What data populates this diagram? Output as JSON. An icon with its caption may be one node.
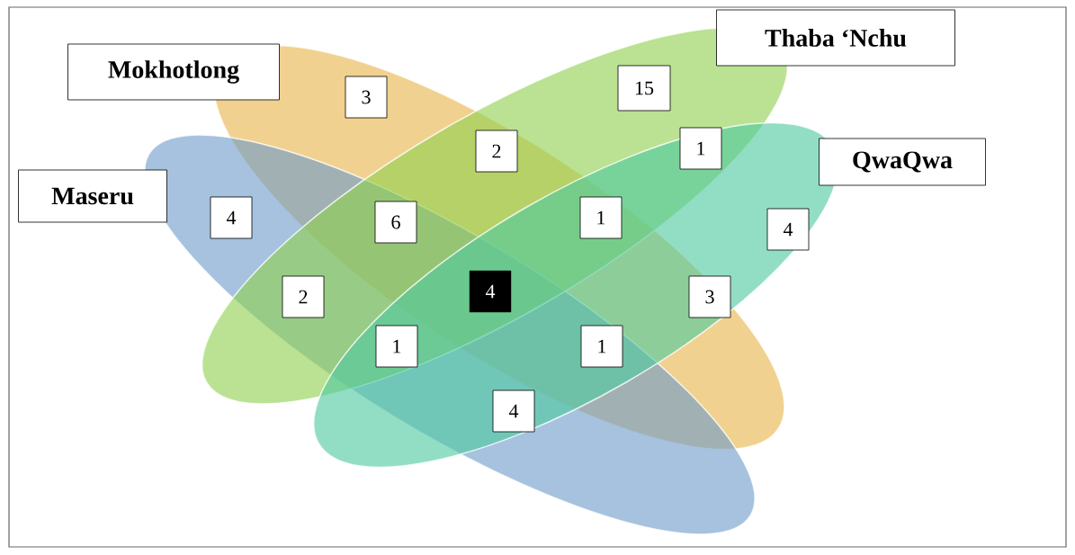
{
  "diagram": {
    "nodes": [
      {
        "text": [
          "Mokhotlong"
        ]
      },
      {
        "text": [
          "3"
        ]
      },
      {
        "text": [
          "15"
        ]
      },
      {
        "text": [
          "Thaba ‘Nchu"
        ]
      },
      {
        "text": [
          "2"
        ]
      },
      {
        "text": [
          "1"
        ]
      },
      {
        "text": [
          "QwaQwa"
        ]
      },
      {
        "text": [
          "Maseru"
        ]
      },
      {
        "text": [
          "4"
        ]
      },
      {
        "text": [
          "6"
        ]
      },
      {
        "text": [
          "1"
        ]
      },
      {
        "text": [
          "4"
        ]
      },
      {
        "text": [
          "2"
        ]
      },
      {
        "text": [
          "4"
        ]
      },
      {
        "text": [
          "3"
        ]
      },
      {
        "text": [
          "1"
        ]
      },
      {
        "text": [
          "1"
        ]
      },
      {
        "text": [
          "4"
        ]
      }
    ]
  }
}
